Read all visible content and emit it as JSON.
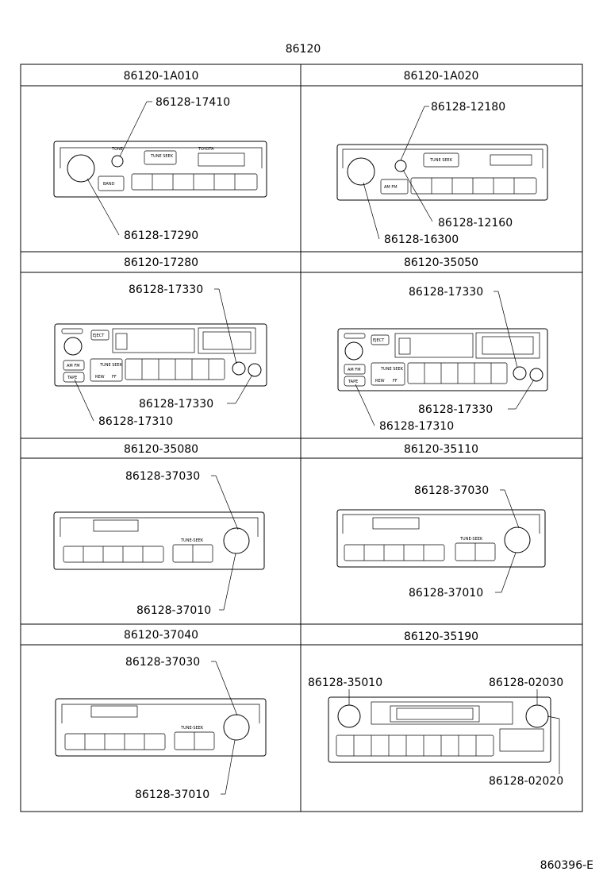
{
  "title": "86120",
  "cells": [
    {
      "header": "86120-1A010",
      "parts": [
        "86128-17410",
        "86128-17290"
      ],
      "radio_text": {
        "tone": "TONE",
        "tune": "TUNE SEEK",
        "brand": "TOYOTA",
        "band": "BAND"
      }
    },
    {
      "header": "86120-1A020",
      "parts": [
        "86128-12180",
        "86128-12160",
        "86128-16300"
      ],
      "radio_text": {
        "tune": "TUNE SEEK",
        "amfm": "AM FM"
      }
    },
    {
      "header": "86120-17280",
      "parts": [
        "86128-17330",
        "86128-17330",
        "86128-17310"
      ],
      "radio_text": {
        "eject": "EJECT",
        "amfm": "AM FM",
        "tape": "TAPE",
        "tune": "TUNE SEEK",
        "rew": "REW",
        "ff": "FF"
      }
    },
    {
      "header": "86120-35050",
      "parts": [
        "86128-17330",
        "86128-17330",
        "86128-17310"
      ],
      "radio_text": {
        "eject": "EJECT",
        "amfm": "AM FM",
        "tape": "TAPE",
        "tune": "TUNE SEEK",
        "rew": "REW",
        "ff": "FF"
      }
    },
    {
      "header": "86120-35080",
      "parts": [
        "86128-37030",
        "86128-37010"
      ],
      "radio_text": {
        "tune": "TUNE-SEEK"
      }
    },
    {
      "header": "86120-35110",
      "parts": [
        "86128-37030",
        "86128-37010"
      ],
      "radio_text": {
        "tune": "TUNE-SEEK"
      }
    },
    {
      "header": "86120-37040",
      "parts": [
        "86128-37030",
        "86128-37010"
      ],
      "radio_text": {
        "tune": "TUNE-SEEK"
      }
    },
    {
      "header": "86120-35190",
      "parts": [
        "86128-35010",
        "86128-02030",
        "86128-02020"
      ]
    }
  ],
  "footer_code": "860396-E"
}
